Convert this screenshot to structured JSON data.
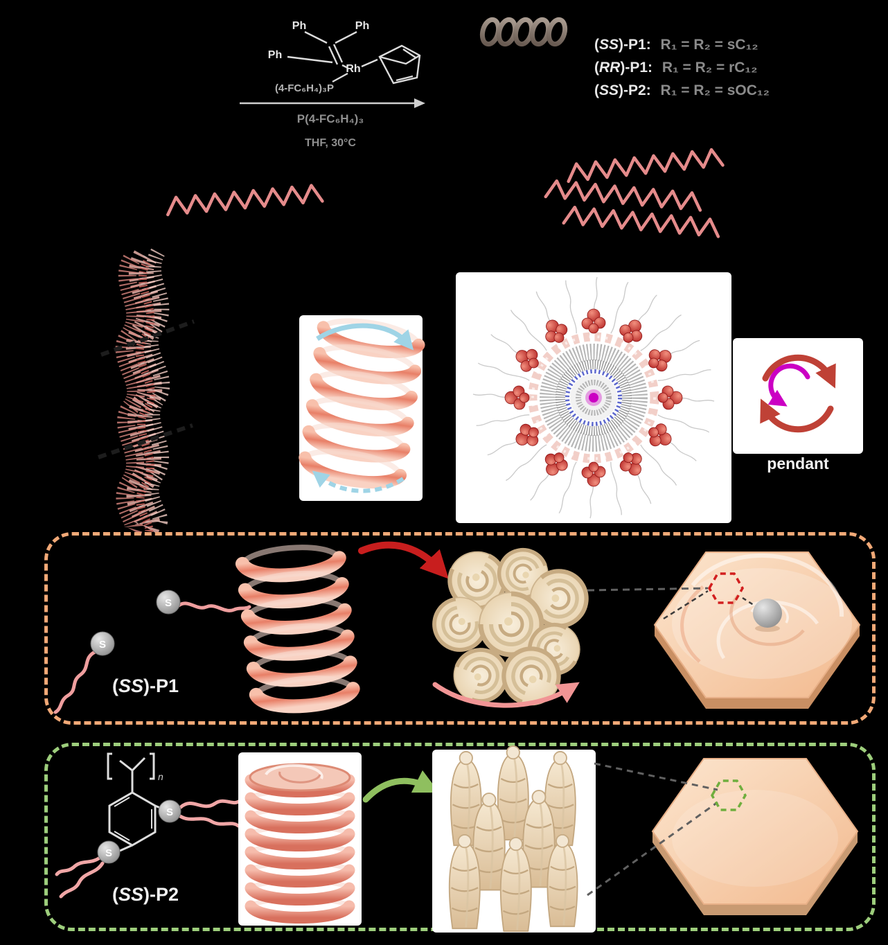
{
  "colors": {
    "background": "#000000",
    "panel1": "#f2a977",
    "panel2": "#9dce7c",
    "pink": "#e58b8b",
    "red": "#c81e1e",
    "pinkarrow": "#f19595",
    "green": "#8fbf5f",
    "cyan": "#9fd4e6",
    "magenta": "#cb00c3",
    "redcircle": "#bf4136",
    "peach": "#f6cda9",
    "tan": "#ead8bd"
  },
  "scheme": {
    "catalyst": {
      "ph_top_left": "Ph",
      "ph_top_right": "Ph",
      "ph_left": "Ph",
      "metal": "Rh",
      "phosphine": "(4-FC₆H₄)₃P"
    },
    "conditions": {
      "reagent": "P(4-FC₆H₄)₃",
      "solvent": "THF, 30°C"
    },
    "products": [
      {
        "open": "(",
        "stereo": "SS",
        "rest": ")-P1:",
        "r": "R₁ = R₂ = sC₁₂"
      },
      {
        "open": "(",
        "stereo": "RR",
        "rest": ")-P1:",
        "r": "R₁ = R₂ = rC₁₂"
      },
      {
        "open": "(",
        "stereo": "SS",
        "rest": ")-P2:",
        "r": "R₁ = R₂ = sOC₁₂"
      }
    ]
  },
  "middle": {
    "pendant_label": "pendant"
  },
  "p1": {
    "label_open": "(",
    "label_stereo": "SS",
    "label_rest": ")-P1",
    "s_label": "S"
  },
  "p2": {
    "label_open": "(",
    "label_stereo": "SS",
    "label_rest": ")-P2",
    "s_label": "S",
    "repeat_label": "n"
  }
}
